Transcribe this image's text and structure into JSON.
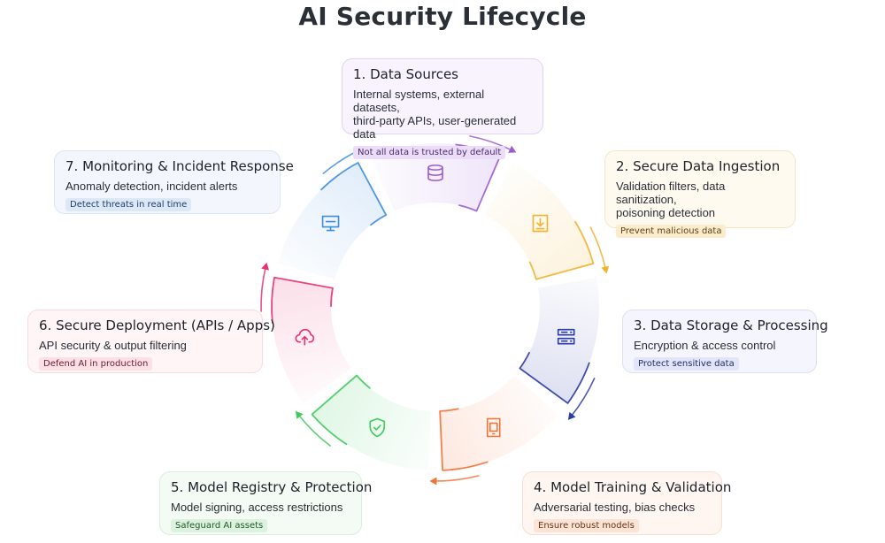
{
  "title": "AI Security Lifecycle",
  "stages": [
    {
      "id": 1,
      "title": "1. Data Sources",
      "desc_lines": [
        "Internal systems, external datasets,",
        "third-party APIs, user-generated data"
      ],
      "tag": "Not all data is trusted by default",
      "icon": "database-icon",
      "color": "#9b5bd6"
    },
    {
      "id": 2,
      "title": "2. Secure Data Ingestion",
      "desc_lines": [
        "Validation filters, data sanitization,",
        "poisoning detection"
      ],
      "tag": "Prevent malicious data",
      "icon": "download-icon",
      "color": "#f2b22e"
    },
    {
      "id": 3,
      "title": "3. Data Storage & Processing",
      "desc_lines": [
        "Encryption & access control"
      ],
      "tag": "Protect sensitive data",
      "icon": "server-icon",
      "color": "#2c3ca8"
    },
    {
      "id": 4,
      "title": "4. Model Training & Validation",
      "desc_lines": [
        "Adversarial testing, bias checks"
      ],
      "tag": "Ensure robust models",
      "icon": "tablet-icon",
      "color": "#f2733a"
    },
    {
      "id": 5,
      "title": "5. Model Registry & Protection",
      "desc_lines": [
        "Model signing, access restrictions"
      ],
      "tag": "Safeguard AI assets",
      "icon": "shield-check-icon",
      "color": "#3ccb5c"
    },
    {
      "id": 6,
      "title": "6. Secure Deployment (APIs / Apps)",
      "desc_lines": [
        "API security & output filtering"
      ],
      "tag": "Defend AI in production",
      "icon": "cloud-upload-icon",
      "color": "#e8336e"
    },
    {
      "id": 7,
      "title": "7. Monitoring & Incident Response",
      "desc_lines": [
        "Anomaly  detection, incident alerts"
      ],
      "tag": "Detect threats in real time",
      "icon": "monitor-icon",
      "color": "#3e8de0"
    }
  ]
}
